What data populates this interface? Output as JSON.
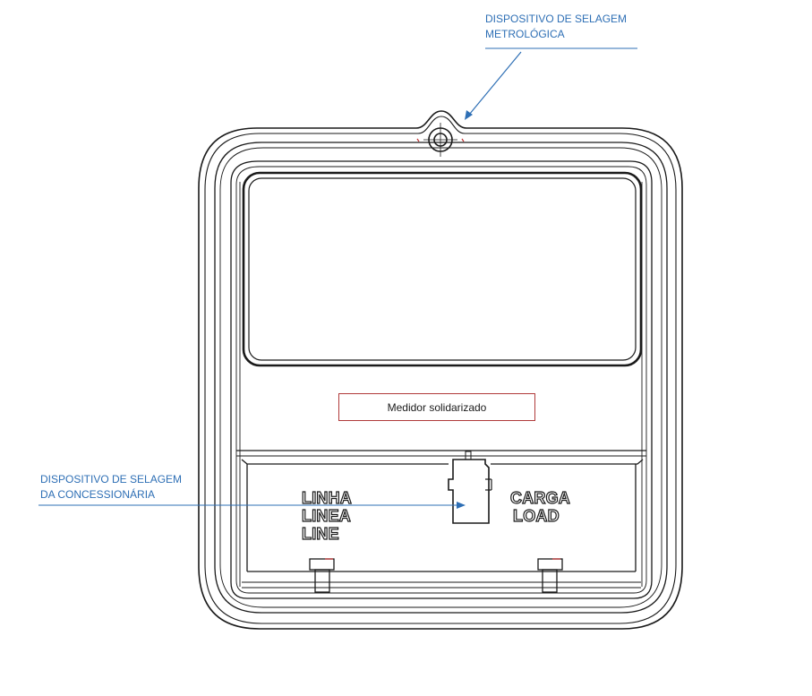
{
  "callouts": {
    "metrological_seal": {
      "line1": "DISPOSITIVO DE SELAGEM",
      "line2": "METROLÓGICA"
    },
    "utility_seal": {
      "line1": "DISPOSITIVO DE SELAGEM",
      "line2": "DA CONCESSIONÁRIA"
    }
  },
  "status_box": {
    "text": "Medidor solidarizado"
  },
  "terminal_cover": {
    "line_side": [
      "LINHA",
      "LINEA",
      "LINE"
    ],
    "load_side": [
      "CARGA",
      "LOAD"
    ]
  },
  "colors": {
    "callout_text": "#2e6fb5",
    "callout_line": "#2e6fb5",
    "status_border": "#b03a3a",
    "drawing_stroke": "#1a1a1a"
  }
}
